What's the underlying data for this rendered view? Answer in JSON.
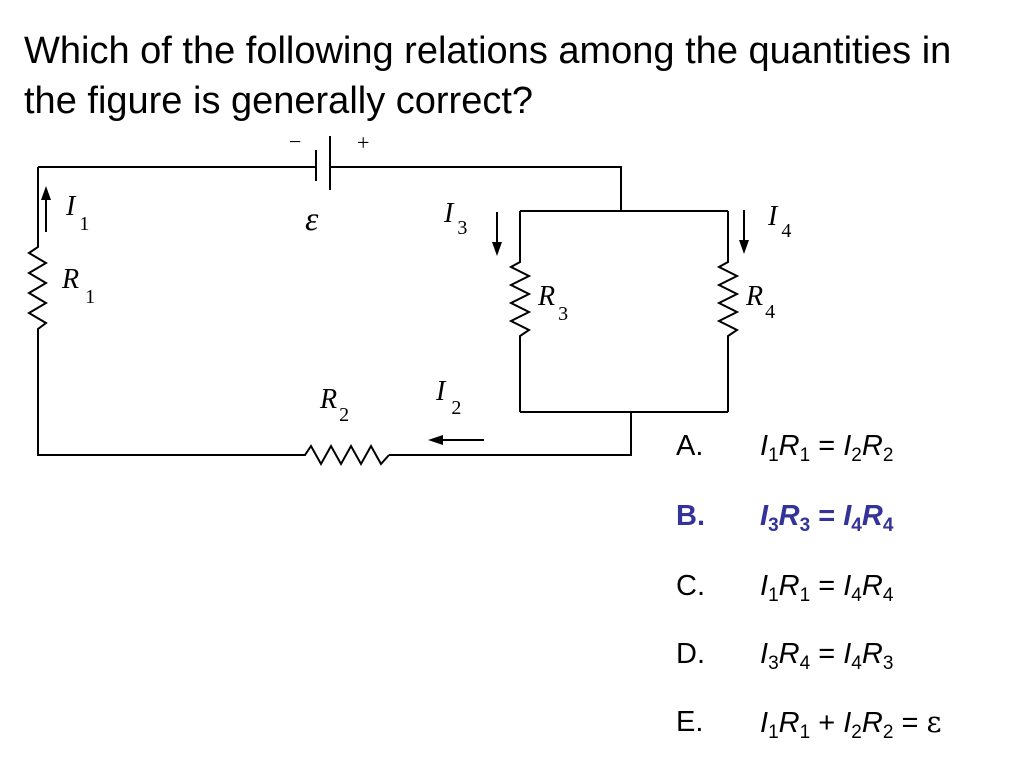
{
  "question": "Which of the following relations among the quantities in the figure is generally correct?",
  "highlight_color": "#333399",
  "diagram": {
    "battery": {
      "symbol": "ε",
      "minus": "−",
      "plus": "+"
    },
    "labels": {
      "I1": {
        "main": "I",
        "sub": "1"
      },
      "R1": {
        "main": "R",
        "sub": "1"
      },
      "I3": {
        "main": "I",
        "sub": "3"
      },
      "R3": {
        "main": "R",
        "sub": "3"
      },
      "I4": {
        "main": "I",
        "sub": "4"
      },
      "R4": {
        "main": "R",
        "sub": "4"
      },
      "R2": {
        "main": "R",
        "sub": "2"
      },
      "I2": {
        "main": "I",
        "sub": "2"
      }
    }
  },
  "choices": [
    {
      "letter": "A.",
      "highlighted": false,
      "terms": [
        {
          "t": "I",
          "s": "1"
        },
        {
          "t": "R",
          "s": "1"
        },
        {
          "op": " = "
        },
        {
          "t": "I",
          "s": "2"
        },
        {
          "t": "R",
          "s": "2"
        }
      ]
    },
    {
      "letter": "B.",
      "highlighted": true,
      "terms": [
        {
          "t": "I",
          "s": "3"
        },
        {
          "t": "R",
          "s": "3"
        },
        {
          "op": " = "
        },
        {
          "t": "I",
          "s": "4"
        },
        {
          "t": "R",
          "s": "4"
        }
      ]
    },
    {
      "letter": "C.",
      "highlighted": false,
      "terms": [
        {
          "t": "I",
          "s": "1"
        },
        {
          "t": "R",
          "s": "1"
        },
        {
          "op": " = "
        },
        {
          "t": "I",
          "s": "4"
        },
        {
          "t": "R",
          "s": "4"
        }
      ]
    },
    {
      "letter": "D.",
      "highlighted": false,
      "terms": [
        {
          "t": "I",
          "s": "3"
        },
        {
          "t": "R",
          "s": "4"
        },
        {
          "op": " = "
        },
        {
          "t": "I",
          "s": "4"
        },
        {
          "t": "R",
          "s": "3"
        }
      ]
    },
    {
      "letter": "E.",
      "highlighted": false,
      "terms": [
        {
          "t": "I",
          "s": "1"
        },
        {
          "t": "R",
          "s": "1"
        },
        {
          "op": " + "
        },
        {
          "t": "I",
          "s": "2"
        },
        {
          "t": "R",
          "s": "2"
        },
        {
          "op": " = "
        },
        {
          "greek": "ε"
        }
      ]
    }
  ]
}
